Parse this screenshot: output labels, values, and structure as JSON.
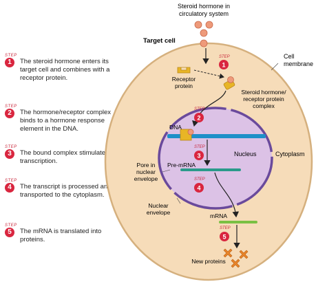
{
  "steps": [
    {
      "num": "1",
      "word": "STEP",
      "text": "The steroid hormone enters its target cell and combines with a receptor protein."
    },
    {
      "num": "2",
      "word": "STEP",
      "text": "The hormone/receptor complex binds to a hormone response element in the DNA."
    },
    {
      "num": "3",
      "word": "STEP",
      "text": "The bound complex stimulates transcription."
    },
    {
      "num": "4",
      "word": "STEP",
      "text": "The transcript is processed and transported to the cytoplasm."
    },
    {
      "num": "5",
      "word": "STEP",
      "text": "The mRNA is translated into proteins."
    }
  ],
  "labels": {
    "hormone_line1": "Steroid hormone in",
    "hormone_line2": "circulatory system",
    "target_cell": "Target cell",
    "cell_membrane_1": "Cell",
    "cell_membrane_2": "membrane",
    "receptor_1": "Receptor",
    "receptor_2": "protein",
    "complex_1": "Steroid hormone/",
    "complex_2": "receptor protein",
    "complex_3": "complex",
    "dna": "DNA",
    "nucleus": "Nucleus",
    "cytoplasm": "Cytoplasm",
    "pore_1": "Pore in",
    "pore_2": "nuclear",
    "pore_3": "envelope",
    "premrna": "Pre-mRNA",
    "nuclear_env_1": "Nuclear",
    "nuclear_env_2": "envelope",
    "mrna": "mRNA",
    "new_proteins": "New proteins"
  },
  "colors": {
    "cell_fill": "#f6dcb9",
    "cell_stroke": "#d5b07e",
    "nucleus_fill": "#dcc2e6",
    "nucleus_stroke": "#6a4a9c",
    "hormone": "#ee9a7a",
    "receptor": "#e8b526",
    "dna": "#1e90c8",
    "premrna": "#2a9a8a",
    "mrna": "#7ac043",
    "protein": "#e8842a",
    "step_red": "#d9263f"
  }
}
